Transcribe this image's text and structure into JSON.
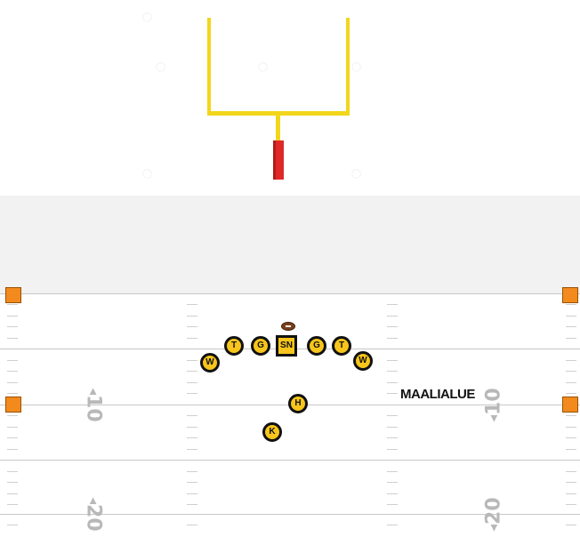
{
  "colors": {
    "goalpost": "#f2d61c",
    "goalpost_base": "#e02828",
    "pylon": "#f28a1e",
    "player_fill": "#f7c51b",
    "player_outline": "#111111",
    "yard_numbers": "#b8b8b8",
    "endzone": "#f2f2f2"
  },
  "yard_numbers": {
    "left_10": "10",
    "right_10": "10",
    "left_20": "20",
    "right_20": "20"
  },
  "goal_area_label": "MAALIALUE",
  "players": {
    "snapper": "SN",
    "guard_left": "G",
    "guard_right": "G",
    "tackle_left": "T",
    "tackle_right": "T",
    "wing_left": "W",
    "wing_right": "W",
    "holder": "H",
    "kicker": "K"
  },
  "icons": {
    "ball": "football-icon",
    "pylon": "pylon-marker",
    "goalpost": "goalpost-icon"
  }
}
